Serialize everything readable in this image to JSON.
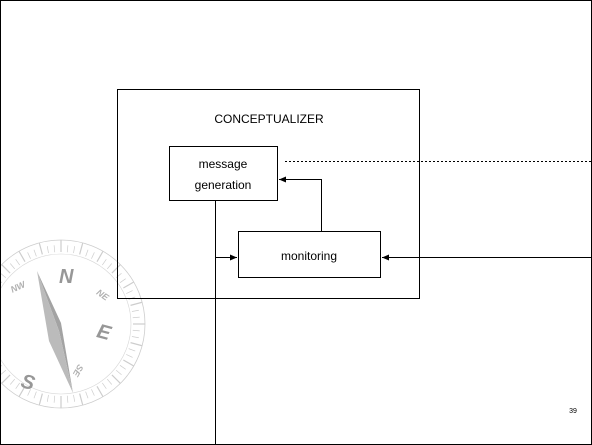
{
  "slide": {
    "page_number": "39"
  },
  "diagram": {
    "container_title": "CONCEPTUALIZER",
    "boxes": {
      "message_generation": [
        "message",
        "generation"
      ],
      "monitoring": "monitoring"
    }
  },
  "watermark": {
    "compass_letters": [
      "N",
      "NW",
      "NE",
      "E",
      "S",
      "SE"
    ]
  },
  "colors": {
    "line": "#000000",
    "compass": "#9a9a9a",
    "compass_light": "#c8c8c8"
  }
}
